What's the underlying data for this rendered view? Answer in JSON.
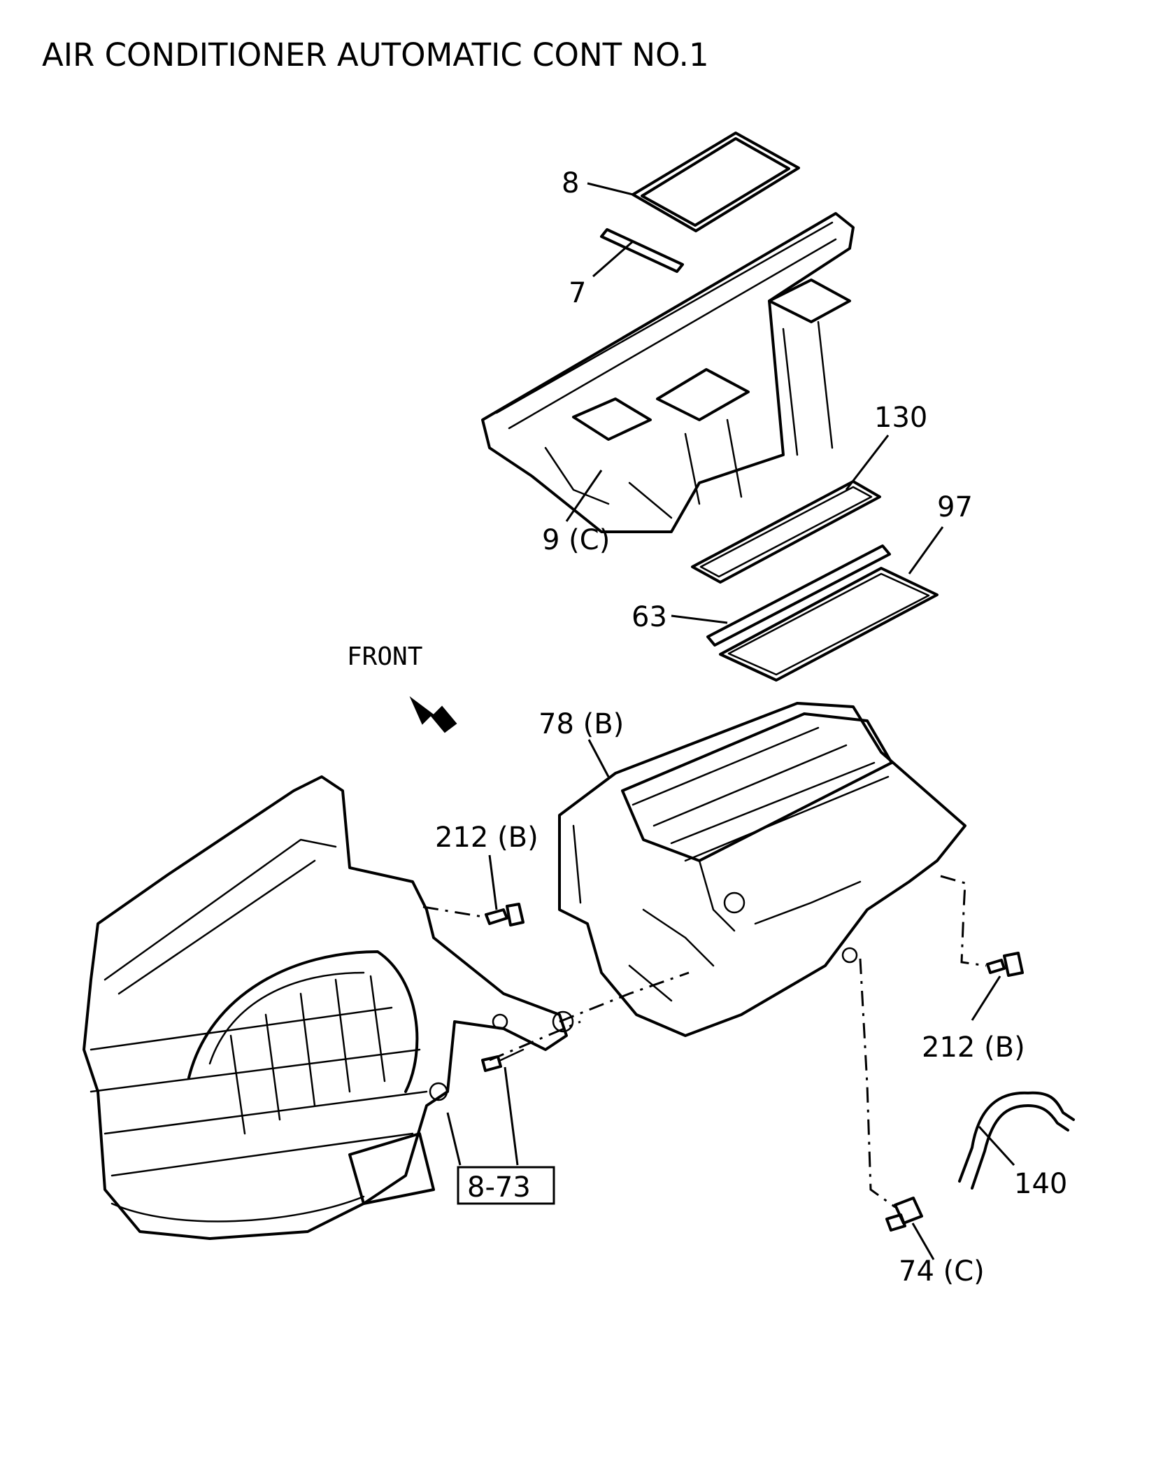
{
  "title": "AIR CONDITIONER AUTOMATIC CONT NO.1",
  "direction_label": "FRONT",
  "callouts": {
    "c8": "8",
    "c7": "7",
    "c130": "130",
    "c9c": "9 (C)",
    "c97": "97",
    "c63": "63",
    "c78b": "78 (B)",
    "c212b_left": "212 (B)",
    "c212b_right": "212 (B)",
    "c8_73": "8-73",
    "c140": "140",
    "c74c": "74 (C)"
  },
  "icons": {
    "front_arrow": "arrow-up-left-icon"
  }
}
